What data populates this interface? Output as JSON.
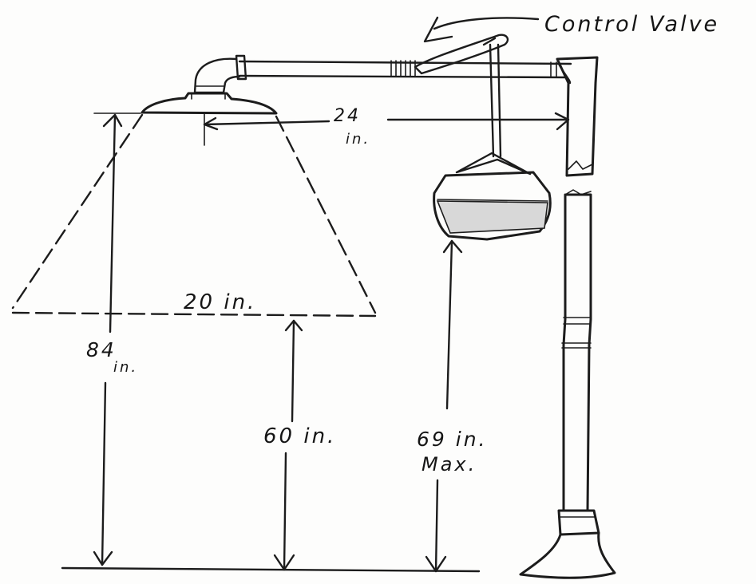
{
  "labels": {
    "control_valve": "Control Valve",
    "dim_24_value": "24",
    "dim_24_unit": "in.",
    "dim_20": "20 in.",
    "dim_84_value": "84",
    "dim_84_unit": "in.",
    "dim_60": "60 in.",
    "dim_69_line1": "69 in.",
    "dim_69_line2": "Max."
  },
  "colors": {
    "ink": "#1c1c1c",
    "paper": "#fdfdfc",
    "bowl_shading": "#d8d8d8"
  }
}
